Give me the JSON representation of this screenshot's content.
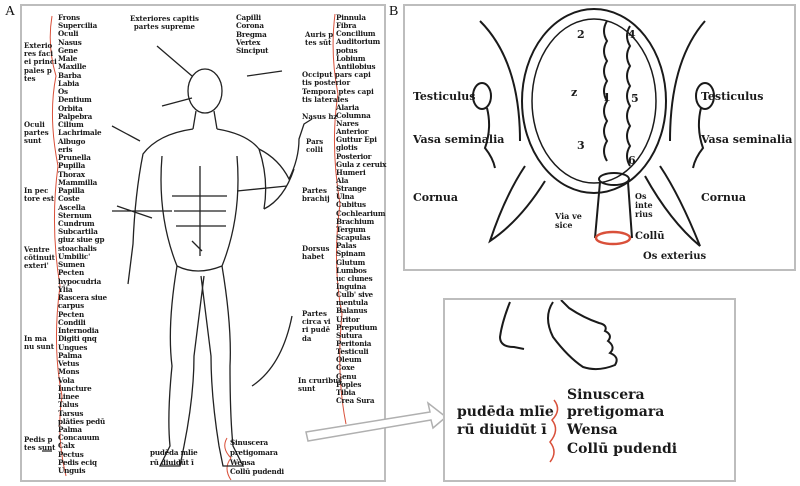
{
  "panel_labels": {
    "a": "A",
    "b": "B"
  },
  "panel_a": {
    "left_column": [
      "Frons",
      "Supercilia",
      "Oculi",
      "Nasus",
      "Gene",
      "Male",
      "Maxille",
      "Barba",
      "Labia",
      "Os",
      "Dentium",
      "Orbita",
      "Palpebra",
      "Cilium",
      "Lachrimale",
      "Albugo",
      "eris",
      "Prunella",
      "Pupilla",
      "Thorax",
      "Mammilla",
      "Papilla",
      "Coste",
      "Ascella",
      "Sternum",
      "Cundrum",
      "Subcartila",
      "giuz siue gp",
      "stoachalis",
      "Umbilic'",
      "Sumen",
      "Pecten",
      "hypocudria",
      "Ylia",
      "Rascera siue",
      "carpus",
      "Pecten",
      "Condili",
      "Internodia",
      "Digiti qnq",
      "Ungues",
      "Palma",
      "Vetus",
      "Mons",
      "Vola",
      "Iuncture",
      "Linee",
      "Talus",
      "Tarsus",
      "plātīes pedū",
      "Palma",
      "Concauum",
      "Calx",
      "Pectus",
      "Pedis eciq",
      "Unguis"
    ],
    "left_labels": [
      "Exterio\nres faci\nei princi\npales p\ntes",
      "Oculi\npartes\nsunt",
      "In pec\ntore est",
      "Ventre\ncōtinuit\nexteri'",
      "In ma\nnu sunt",
      "Pedis p\ntes sunt"
    ],
    "top_label": "Exteriores capitis\npartes supreme",
    "top_items": [
      "Capilli",
      "Corona",
      "Bregma",
      "Vertex",
      "Sinciput"
    ],
    "right_column": [
      "Pinnula",
      "Fibra",
      "Concilium",
      "Auditorium",
      "potus",
      "Lobium",
      "Antilobius",
      "",
      "",
      "",
      "",
      "Alaria",
      "Columna",
      "Nares",
      "Anterior",
      "Guttur Epi",
      "glotis",
      "Posterior",
      "Gula z ceruix",
      "Humeri",
      "Ala",
      "Strange",
      "Ulna",
      "Cubitus",
      "Cochlearium",
      "Brachium",
      "Tergum",
      "Scapulas",
      "Palas",
      "Spinam",
      "Glutum",
      "Lumbos",
      "uc clunes",
      "Inguina",
      "Culb' sive",
      "mentula",
      "Balanus",
      "Uritor",
      "Preputium",
      "Sutura",
      "Peritonia",
      "Testiculi",
      "Oleum",
      "Coxe",
      "Genu",
      "Poples",
      "Tibia",
      "Crea Sura"
    ],
    "right_labels": [
      "Auris p\ntes sūt",
      "Occiput pars capi\ntis posterior",
      "Tempora ptes capi\ntis laterales",
      "Nasus hz",
      "Pars\ncolli",
      "Partes\nbrachij",
      "Dorsus\nhabet",
      "Partes\ncirca vi\nri pudē\nda",
      "In cruribus\nsunt"
    ],
    "bottom_left": [
      "pudēda mlīe",
      "rū diuidūt ī"
    ],
    "bottom_right": [
      "Sinuscera",
      "pretigomara",
      "Wensa",
      "Collū pudendi"
    ]
  },
  "panel_b": {
    "left_labels": [
      "Testiculus",
      "Vasa seminalia",
      "Cornua"
    ],
    "right_labels": [
      "Testiculus",
      "Vasa seminalia",
      "Cornua"
    ],
    "numbers": [
      "2",
      "4",
      "z",
      "1",
      "5",
      "3",
      "6"
    ],
    "os_interius": "Os\ninte\nrius",
    "via_vesice": "Via ve\nsice",
    "collum": "Collū",
    "os_exterius": "Os exterius"
  },
  "panel_c": {
    "left": [
      "pudēda mlīe",
      "rū diuidūt ī"
    ],
    "right": [
      "Sinuscera",
      "pretigomara",
      "Wensa",
      "Collū pudendi"
    ]
  },
  "colors": {
    "ink": "#1a1a1a",
    "rubric": "#d9503a",
    "frame": "#bdbdbd"
  }
}
